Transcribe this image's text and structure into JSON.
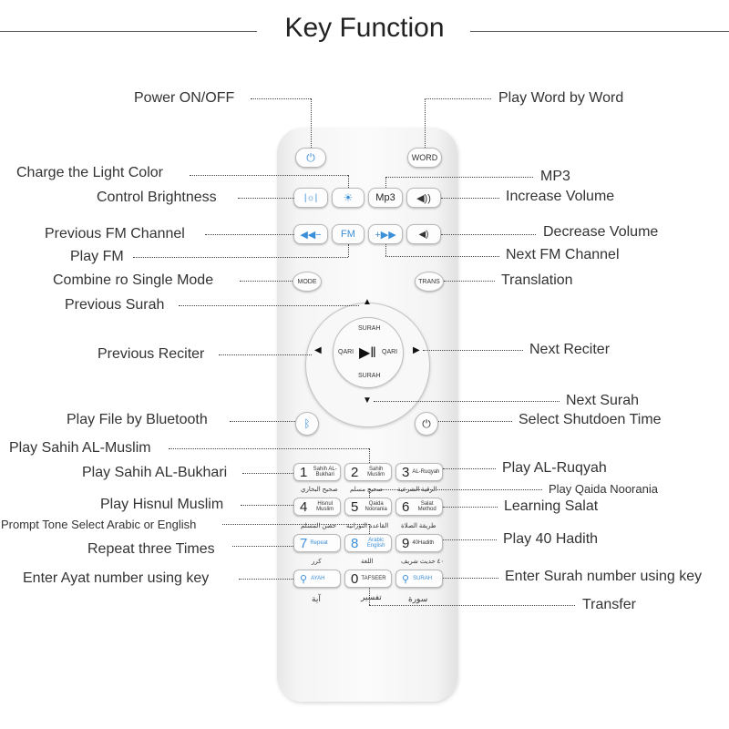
{
  "title": "Key Function",
  "labels_left": {
    "power": "Power ON/OFF",
    "charge_light": "Charge the Light Color",
    "brightness": "Control Brightness",
    "prev_fm": "Previous FM Channel",
    "play_fm": "Play FM",
    "mode": "Combine ro Single Mode",
    "prev_surah": "Previous Surah",
    "prev_reciter": "Previous Reciter",
    "bluetooth": "Play File by Bluetooth",
    "sahih_muslim": "Play Sahih AL-Muslim",
    "sahih_bukhari": "Play Sahih AL-Bukhari",
    "hisnul": "Play Hisnul Muslim",
    "prompt_tone": "Prompt Tone Select Arabic or English",
    "repeat": "Repeat three Times",
    "ayat": "Enter Ayat number using key"
  },
  "labels_right": {
    "word": "Play Word by Word",
    "mp3": "MP3",
    "increase_volume": "Increase Volume",
    "decrease_volume": "Decrease Volume",
    "next_fm": "Next FM Channel",
    "translation": "Translation",
    "next_reciter": "Next Reciter",
    "next_surah": "Next Surah",
    "shutdown": "Select Shutdoen Time",
    "ruqyah": "Play AL-Ruqyah",
    "qaida": "Play Qaida Noorania",
    "salat": "Learning Salat",
    "hadith": "Play 40 Hadith",
    "surah_num": "Enter Surah number using key",
    "transfer": "Transfer"
  },
  "buttons": {
    "word": "WORD",
    "mp3": "Mp3",
    "fm": "FM",
    "mode": "MODE",
    "trans": "TRANS",
    "surah": "SURAH",
    "qari": "QARI"
  },
  "keys": [
    {
      "num": "1",
      "text": "Sahih AL-Bukhari",
      "arabic": "صحيح البخاري"
    },
    {
      "num": "2",
      "text": "Sahih Muslim",
      "arabic": "صحيح مسلم"
    },
    {
      "num": "3",
      "text": "AL-Ruqyah",
      "arabic": "الرقية الشرعية"
    },
    {
      "num": "4",
      "text": "Hisnul Muslim",
      "arabic": "حصن المسلم"
    },
    {
      "num": "5",
      "text": "Qaida Noorania",
      "arabic": "القاعدة النورانية"
    },
    {
      "num": "6",
      "text": "Salat Method",
      "arabic": "طريقة الصلاة"
    },
    {
      "num": "7",
      "text": "Repeat",
      "arabic": "كرر"
    },
    {
      "num": "8",
      "text": "Arabic English",
      "arabic": "اللغة"
    },
    {
      "num": "9",
      "text": "40Hadith",
      "arabic": "٤٠ حديث شريف"
    },
    {
      "num": "",
      "text": "AYAH",
      "arabic": "آية"
    },
    {
      "num": "0",
      "text": "TAFSEER",
      "arabic": "تفسير"
    },
    {
      "num": "",
      "text": "SURAH",
      "arabic": "سورة"
    }
  ],
  "colors": {
    "accent": "#3b8fd9",
    "remote": "#f5f5f5"
  }
}
